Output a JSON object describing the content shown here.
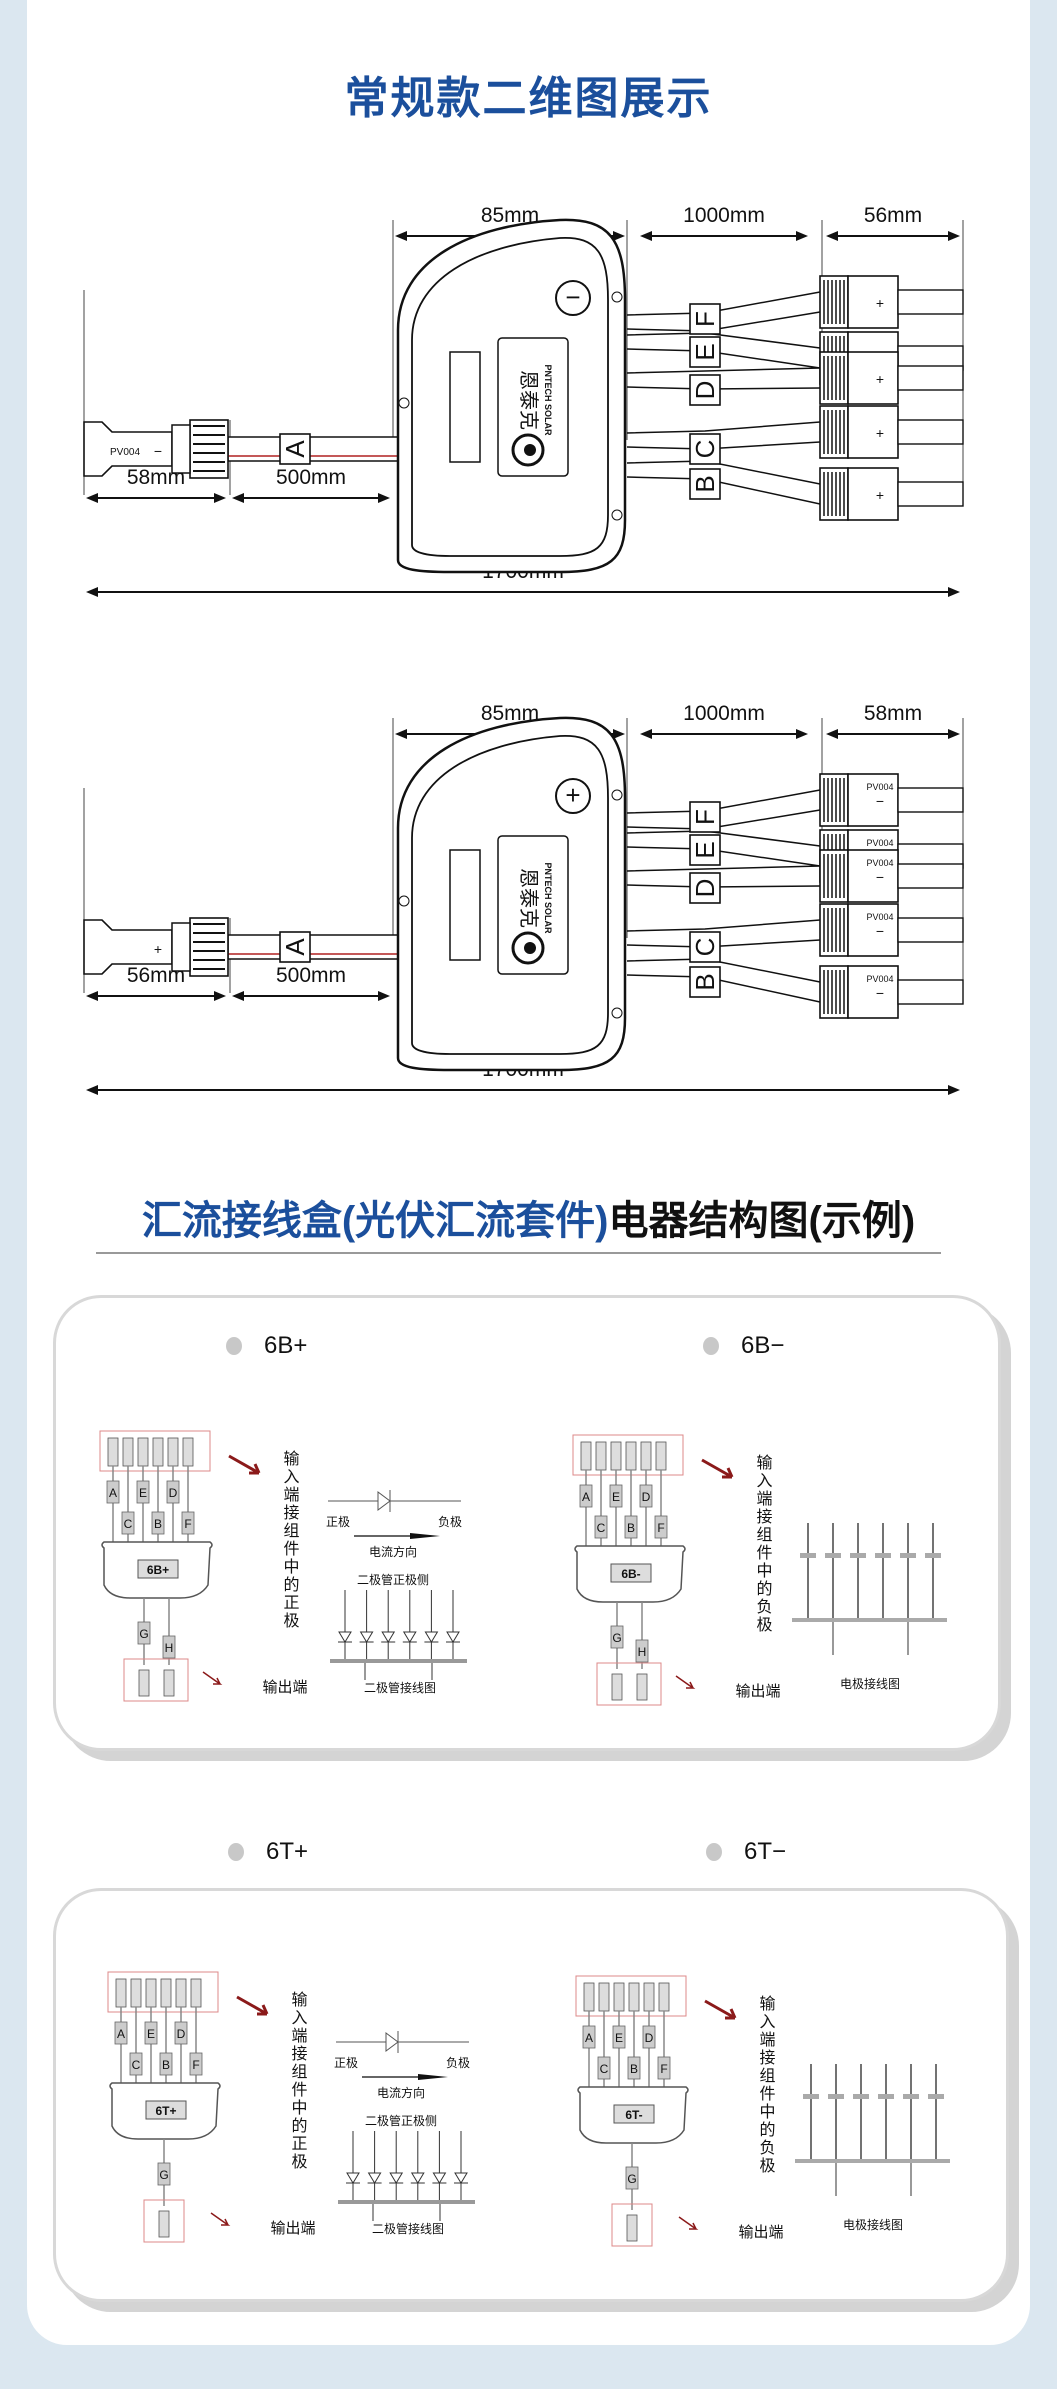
{
  "page_title": "常规款二维图展示",
  "diagrams": [
    {
      "polarity_symbol": "−",
      "dims": {
        "box": "85mm",
        "cable": "1000mm",
        "right_connector": "56mm",
        "left_connector": "58mm",
        "main_cable": "500mm",
        "total": "1700mm"
      },
      "left_connector_label": "PV004",
      "left_connector_sign": "−",
      "right_connector_sign": "+",
      "cable_labels": [
        "A",
        "B",
        "C",
        "D",
        "E",
        "F"
      ]
    },
    {
      "polarity_symbol": "+",
      "dims": {
        "box": "85mm",
        "cable": "1000mm",
        "right_connector": "58mm",
        "left_connector": "56mm",
        "main_cable": "500mm",
        "total": "1700mm"
      },
      "left_connector_label": "",
      "left_connector_sign": "+",
      "right_connector_label": "PV004",
      "right_connector_sign": "−",
      "cable_labels": [
        "A",
        "B",
        "C",
        "D",
        "E",
        "F"
      ]
    }
  ],
  "logo": {
    "cn": "恩泰克",
    "en": "PNTECH SOLAR"
  },
  "section_title": {
    "blue": "汇流接线盒(光伏汇流套件)",
    "black": "电器结构图(示例)"
  },
  "schematics": [
    {
      "name": "6B+",
      "box_label": "6B+",
      "input_note": "输入端接组件中的正极",
      "output_note": "输出端",
      "inputs": [
        "A",
        "B",
        "C",
        "D",
        "E",
        "F"
      ],
      "outputs": [
        "G",
        "H"
      ],
      "type": "diode",
      "diode": {
        "positive": "正极",
        "negative": "负极",
        "current": "电流方向",
        "anode_side": "二极管正极侧",
        "caption": "二极管接线图"
      }
    },
    {
      "name": "6B−",
      "box_label": "6B-",
      "input_note": "输入端接组件中的负极",
      "output_note": "输出端",
      "inputs": [
        "A",
        "B",
        "C",
        "D",
        "E",
        "F"
      ],
      "outputs": [
        "G",
        "H"
      ],
      "type": "electrode",
      "electrode": {
        "caption": "电极接线图"
      }
    },
    {
      "name": "6T+",
      "box_label": "6T+",
      "input_note": "输入端接组件中的正极",
      "output_note": "输出端",
      "inputs": [
        "A",
        "B",
        "C",
        "D",
        "E",
        "F"
      ],
      "outputs": [
        "G"
      ],
      "type": "diode",
      "diode": {
        "positive": "正极",
        "negative": "负极",
        "current": "电流方向",
        "anode_side": "二极管正极侧",
        "caption": "二极管接线图"
      }
    },
    {
      "name": "6T−",
      "box_label": "6T-",
      "input_note": "输入端接组件中的负极",
      "output_note": "输出端",
      "inputs": [
        "A",
        "B",
        "C",
        "D",
        "E",
        "F"
      ],
      "outputs": [
        "G"
      ],
      "type": "electrode",
      "electrode": {
        "caption": "电极接线图"
      }
    }
  ],
  "colors": {
    "brand_blue": "#1b4f9c",
    "accent_red": "#8b1a1a",
    "background": "#dbe7f0"
  }
}
